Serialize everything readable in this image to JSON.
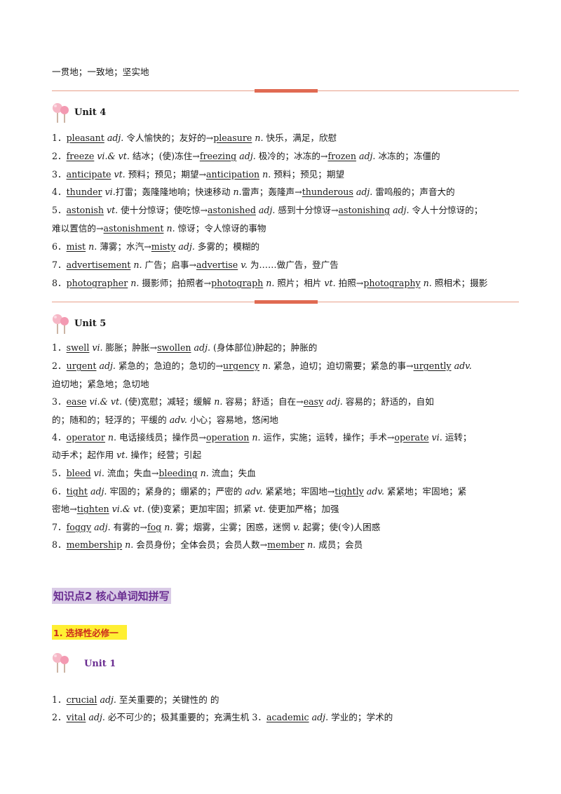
{
  "top_line": "一贯地；一致地；坚实地",
  "unit4": {
    "title": "Unit 4",
    "lines": [
      [
        "1．",
        "",
        "pleasant",
        "u",
        "  ",
        "",
        "adj.",
        "it",
        " 令人愉快的；友好的→",
        "",
        "pleasure",
        "u",
        " ",
        "",
        "n.",
        "it",
        "  快乐，满足，欣慰",
        ""
      ],
      [
        "2．",
        "",
        "freeze",
        "u",
        " ",
        "",
        "vi.& vt.",
        "it",
        " 结冰；(使)冻住→",
        "",
        "freezing",
        "u",
        " ",
        "",
        "adj.",
        "it",
        "  极冷的；冰冻的→",
        "",
        "frozen",
        "u",
        " ",
        "",
        "adj.",
        "it",
        " 冰冻的；冻僵的",
        ""
      ],
      [
        "3．",
        "",
        "anticipate",
        "u",
        " ",
        "",
        "vt.",
        "it",
        " 预料；预见；期望→",
        "",
        "anticipation",
        "u",
        " ",
        "",
        "n.",
        "it",
        " 预料；预见；期望",
        ""
      ],
      [
        "4．",
        "",
        "thunder",
        "u",
        " ",
        "",
        "vi.",
        "it",
        "打雷；轰隆隆地响；快速移动  ",
        "",
        "n.",
        "it",
        "雷声；轰隆声→",
        "",
        "thunderous",
        "u",
        " ",
        "",
        "adj.",
        "it",
        " 雷鸣般的；声音大的",
        ""
      ],
      [
        "5．",
        "",
        "astonish",
        "u",
        " ",
        "",
        "vt.",
        "it",
        " 使十分惊讶；使吃惊→",
        "",
        "astonished",
        "u",
        " ",
        "",
        "adj.",
        "it",
        " 感到十分惊讶→",
        "",
        "astonishing",
        "u",
        " ",
        "",
        "adj.",
        "it",
        " 令人十分惊讶的；",
        ""
      ],
      [
        "难以置信的→",
        "",
        "astonishment",
        "u",
        " ",
        "",
        "n.",
        "it",
        "  惊讶；令人惊讶的事物",
        ""
      ],
      [
        "6．",
        "",
        "mist",
        "u",
        " ",
        "",
        "n.",
        "it",
        " 薄雾；水汽→",
        "",
        "misty",
        "u",
        " ",
        "",
        "adj.",
        "it",
        " 多雾的；模糊的",
        ""
      ],
      [
        "7．",
        "",
        "advertisement",
        "u",
        " ",
        "",
        "n.",
        "it",
        "    广告；启事→",
        "",
        "advertise",
        "u",
        " ",
        "",
        "v.",
        "it",
        " 为……做广告，登广告",
        ""
      ],
      [
        "8．",
        "",
        "photographer",
        "u",
        " ",
        "",
        "n.",
        "it",
        " 摄影师；拍照者→",
        "",
        "photograph",
        "u",
        " ",
        "",
        "n.",
        "it",
        " 照片；相片  ",
        "",
        "vt.",
        "it",
        " 拍照→",
        "",
        "photography",
        "u",
        " ",
        "",
        "n.",
        "it",
        " 照相术；摄影",
        ""
      ]
    ]
  },
  "unit5": {
    "title": "Unit 5",
    "lines": [
      [
        "1．",
        "",
        "swell",
        "u",
        " ",
        "",
        "vi.",
        "it",
        " 膨胀；肿胀→",
        "",
        "swollen",
        "u",
        " ",
        "",
        "adj.",
        "it",
        " (身体部位)肿起的；肿胀的",
        ""
      ],
      [
        "2．",
        "",
        "urgent",
        "u",
        " ",
        "",
        "adj.",
        "it",
        "  紧急的；急迫的；急切的→",
        "",
        "urgency",
        "u",
        " ",
        "",
        "n.",
        "it",
        "  紧急，迫切；迫切需要；紧急的事→",
        "",
        "urgently",
        "u",
        " ",
        "",
        "adv.",
        "it"
      ],
      [
        "迫切地；紧急地；急切地",
        ""
      ],
      [
        "3．",
        "",
        "ease",
        "u",
        "    ",
        "",
        "vi.& vt.",
        "it",
        "  (使)宽慰；减轻；缓解  ",
        "",
        "n.",
        "it",
        " 容易；舒适；自在→",
        "",
        "easy",
        "u",
        " ",
        "",
        "adj.",
        "it",
        "  容易的；舒适的，自如",
        ""
      ],
      [
        "的；随和的；轻浮的；平缓的  ",
        "",
        "adv.",
        "it",
        "  小心；容易地，悠闲地",
        ""
      ],
      [
        "4．",
        "",
        "operator",
        "u",
        " ",
        "",
        "n.",
        "it",
        " 电话接线员；操作员→",
        "",
        "operation",
        "u",
        " ",
        "",
        "n.",
        "it",
        "  运作，实施；运转，操作；手术→",
        "",
        "operate",
        "u",
        " ",
        "",
        "vi.",
        "it",
        "  运转；",
        ""
      ],
      [
        "动手术；起作用  ",
        "",
        "vt.",
        "it",
        "  操作；经营；引起",
        ""
      ],
      [
        "5．",
        "",
        "bleed",
        "u",
        " ",
        "",
        "vi.",
        "it",
        " 流血；失血→",
        "",
        "bleeding",
        "u",
        " ",
        "",
        "n.",
        "it",
        " 流血；失血",
        ""
      ],
      [
        "6．",
        "",
        "tight",
        "u",
        " ",
        "",
        "adj.",
        "it",
        " 牢固的；紧身的；绷紧的；严密的  ",
        "",
        "adv.",
        "it",
        " 紧紧地；牢固地→",
        "",
        "tightly",
        "u",
        " ",
        "",
        "adv.",
        "it",
        " 紧紧地；牢固地；紧",
        ""
      ],
      [
        "密地→",
        "",
        "tighten",
        "u",
        " ",
        "",
        "vi.& vt.",
        "it",
        " (使)变紧；更加牢固；抓紧  ",
        "",
        "vt.",
        "it",
        " 使更加严格；加强",
        ""
      ],
      [
        "7．",
        "",
        "foggy",
        "u",
        "   ",
        "",
        "adj.",
        "it",
        "    有雾的→",
        "",
        "fog",
        "u",
        " ",
        "",
        "n.",
        "it",
        "  雾；烟雾，尘雾；困惑，迷惘  ",
        "",
        "v.",
        "it",
        " 起雾；使(令)人困惑",
        ""
      ],
      [
        "8．",
        "",
        "membership",
        "u",
        " ",
        "",
        "n.",
        "it",
        " 会员身份；全体会员；会员人数→",
        "",
        "member",
        "u",
        " ",
        "",
        "n.",
        "it",
        " 成员；会员",
        ""
      ]
    ]
  },
  "section": {
    "title": "知识点2   核心单词知拼写",
    "subtitle": "1. 选择性必修一"
  },
  "unit1": {
    "title": "Unit 1",
    "lines": [
      [
        "1．",
        "",
        "crucial",
        "u",
        " ",
        "",
        "adj.",
        "it",
        " 至关重要的；关键性的                       的",
        ""
      ],
      [
        "2．",
        "",
        "vital",
        "u",
        " ",
        "",
        "adj.",
        "it",
        " 必不可少的；极其重要的；充满生机        3．",
        "",
        "academic",
        "u",
        " ",
        "",
        "adj.",
        "it",
        "  学业的；学术的",
        ""
      ]
    ]
  }
}
